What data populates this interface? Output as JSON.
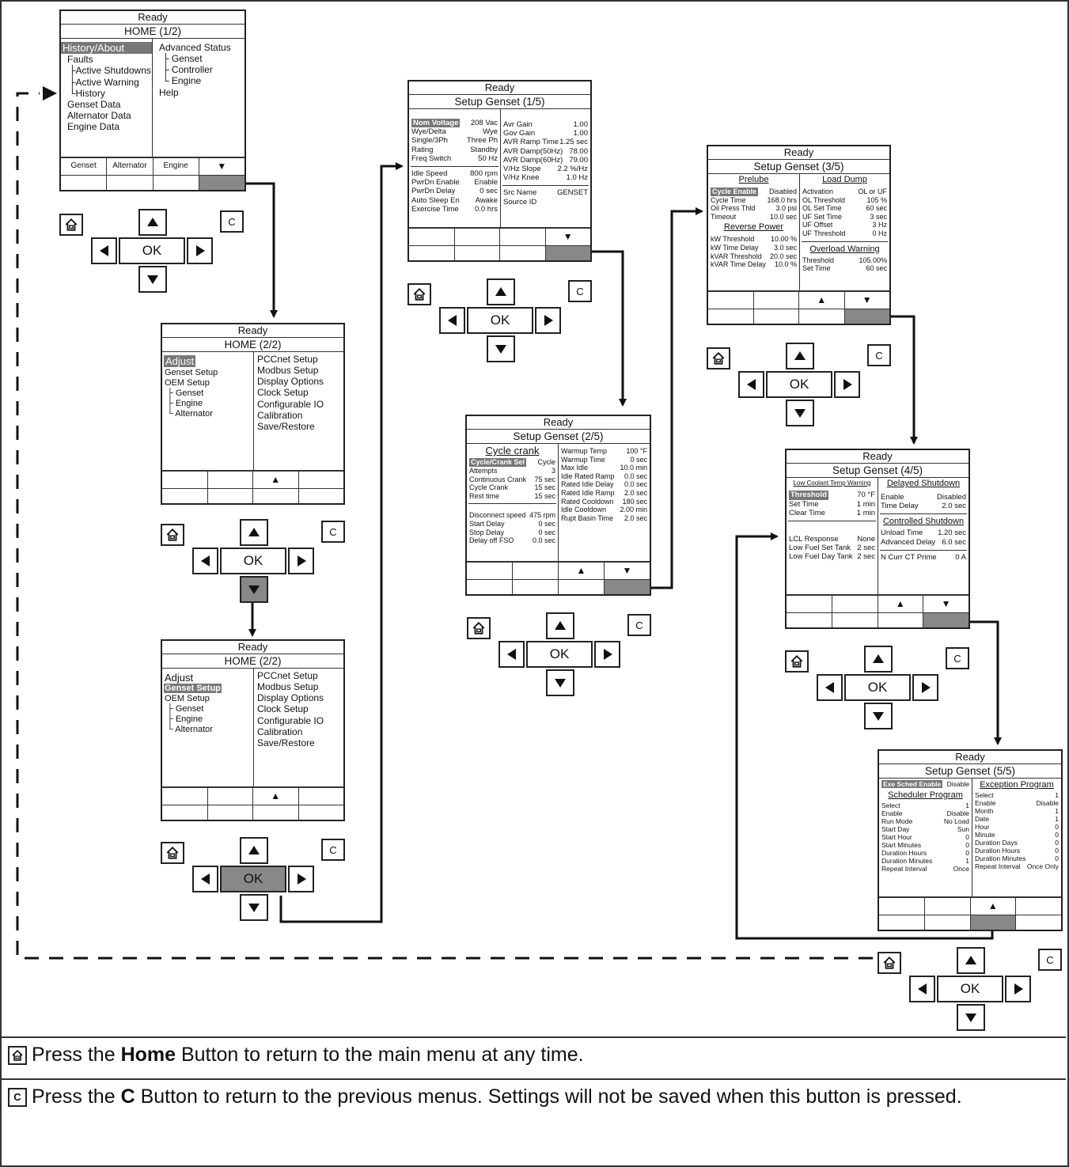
{
  "common": {
    "ok_label": "OK",
    "c_label": "C",
    "home_icon": "home-icon",
    "status": "Ready"
  },
  "screens": {
    "home1": {
      "title": "HOME (1/2)",
      "left": [
        "History/About",
        "Faults",
        "├Active Shutdowns",
        "├Active Warning",
        "└History",
        "Genset Data",
        "Alternator Data",
        "Engine Data"
      ],
      "right": [
        "Advanced Status",
        "├ Genset",
        "├ Controller",
        "└ Engine",
        "Help"
      ],
      "softkeys": [
        "Genset",
        "Alternator",
        "Engine",
        "▼"
      ]
    },
    "home2a": {
      "title": "HOME (2/2)",
      "left": [
        "Adjust",
        "Genset Setup",
        "OEM Setup",
        "├ Genset",
        "├ Engine",
        "└ Alternator"
      ],
      "right": [
        "PCCnet Setup",
        "Modbus Setup",
        "Display Options",
        "Clock Setup",
        "Configurable IO",
        "Calibration",
        "Save/Restore"
      ],
      "softkeys": [
        "",
        "",
        "▲",
        ""
      ]
    },
    "home2b": {
      "title": "HOME (2/2)",
      "left": [
        "Adjust",
        "Genset Setup",
        "OEM Setup",
        "├ Genset",
        "├ Engine",
        "└ Alternator"
      ],
      "right": [
        "PCCnet Setup",
        "Modbus Setup",
        "Display Options",
        "Clock Setup",
        "Configurable IO",
        "Calibration",
        "Save/Restore"
      ],
      "softkeys": [
        "",
        "",
        "▲",
        ""
      ]
    },
    "setup1": {
      "title": "Setup Genset (1/5)",
      "left_a": [
        [
          "Nom Voltage",
          "208 Vac"
        ],
        [
          "Wye/Delta",
          "Wye"
        ],
        [
          "Single/3Ph",
          "Three Ph"
        ],
        [
          "Rating",
          "Standby"
        ],
        [
          "Freq Switch",
          "50 Hz"
        ]
      ],
      "left_b": [
        [
          "Idle Speed",
          "800 rpm"
        ],
        [
          "PwrDn Enable",
          "Enable"
        ],
        [
          "PwrDn Delay",
          "0 sec"
        ],
        [
          "Auto Sleep En",
          "Awake"
        ],
        [
          "Exercise Time",
          "0.0 hrs"
        ]
      ],
      "right_a": [
        [
          "Avr Gain",
          "1.00"
        ],
        [
          "Gov Gain",
          "1.00"
        ],
        [
          "AVR Ramp Time",
          "1.25 sec"
        ],
        [
          "AVR Damp(50Hz)",
          "78.00"
        ],
        [
          "AVR Damp(60Hz)",
          "79.00"
        ],
        [
          "V/Hz Slope",
          "2.2 %/Hz"
        ],
        [
          "V/Hz Knee",
          "1.0 Hz"
        ]
      ],
      "right_b": [
        [
          "Src Name",
          "GENSET"
        ],
        [
          "Source ID",
          ""
        ]
      ],
      "softkeys": [
        "",
        "",
        "",
        "▼"
      ]
    },
    "setup2": {
      "title": "Setup Genset (2/5)",
      "heading": "Cycle crank",
      "left_a": [
        [
          "Cycle/Crank Sel",
          "Cycle"
        ],
        [
          "Attempts",
          "3"
        ],
        [
          "Continuous Crank",
          "75 sec"
        ],
        [
          "Cycle Crank",
          "15 sec"
        ],
        [
          "Rest time",
          "15 sec"
        ]
      ],
      "left_b": [
        [
          "Disconnect speed",
          "475 rpm"
        ],
        [
          "Start Delay",
          "0 sec"
        ],
        [
          "Stop Delay",
          "0 sec"
        ],
        [
          "Delay off FSO",
          "0.0 sec"
        ]
      ],
      "right": [
        [
          "Warmup Temp",
          "100 °F"
        ],
        [
          "Warmup Time",
          "0 sec"
        ],
        [
          "Max Idle",
          "10.0 min"
        ],
        [
          "Idle Rated Ramp",
          "0.0 sec"
        ],
        [
          "Rated Idle Delay",
          "0.0 sec"
        ],
        [
          "Rated Idle Ramp",
          "2.0 sec"
        ],
        [
          "Rated Cooldown",
          "180 sec"
        ],
        [
          "Idle Cooldown",
          "2.00 min"
        ],
        [
          "Rupt Basin Time",
          "2.0 sec"
        ]
      ],
      "softkeys": [
        "",
        "",
        "▲",
        "▼"
      ]
    },
    "setup3": {
      "title": "Setup Genset (3/5)",
      "left_heading": "Prelube",
      "left_a": [
        [
          "Cycle Enable",
          "Disabled"
        ],
        [
          "Cycle Time",
          "168.0 hrs"
        ],
        [
          "Oil Press Thld",
          "3.0 psi"
        ],
        [
          "Timeout",
          "10.0 sec"
        ]
      ],
      "left_heading2": "Reverse Power",
      "left_b": [
        [
          "kW Threshold",
          "10.00 %"
        ],
        [
          "kW Time Delay",
          "3.0 sec"
        ],
        [
          "kVAR Threshold",
          "20.0 sec"
        ],
        [
          "kVAR Time Delay",
          "10.0 %"
        ]
      ],
      "right_heading": "Load Dump",
      "right_a": [
        [
          "Activation",
          "OL or UF"
        ],
        [
          "OL Threshold",
          "105 %"
        ],
        [
          "OL Set Time",
          "60 sec"
        ],
        [
          "UF Set Time",
          "3 sec"
        ],
        [
          "UF Offset",
          "3 Hz"
        ],
        [
          "UF Threshold",
          "0 Hz"
        ]
      ],
      "right_heading2": "Overload Warning",
      "right_b": [
        [
          "Threshold",
          "105.00%"
        ],
        [
          "Set Time",
          "60 sec"
        ]
      ],
      "softkeys": [
        "",
        "",
        "▲",
        "▼"
      ]
    },
    "setup4": {
      "title": "Setup Genset (4/5)",
      "left_heading": "Low Coolant Temp Warning",
      "left_a": [
        [
          "Threshold",
          "70 °F"
        ],
        [
          "Set Time",
          "1 min"
        ],
        [
          "Clear Time",
          "1 min"
        ]
      ],
      "left_b": [
        [
          "LCL Response",
          "None"
        ],
        [
          "Low Fuel Set Tank",
          "2 sec"
        ],
        [
          "Low Fuel Day Tank",
          "2 sec"
        ]
      ],
      "right_heading": "Delayed Shutdown",
      "right_a": [
        [
          "Enable",
          "Disabled"
        ],
        [
          "Time Delay",
          "2.0 sec"
        ]
      ],
      "right_heading2": "Controlled Shutdown",
      "right_b": [
        [
          "Unload Time",
          "1.20 sec"
        ],
        [
          "Advanced Delay",
          "6.0 sec"
        ]
      ],
      "right_c": [
        [
          "N Curr CT Prime",
          "0 A"
        ]
      ],
      "softkeys": [
        "",
        "",
        "▲",
        "▼"
      ]
    },
    "setup5": {
      "title": "Setup Genset (5/5)",
      "top_row": [
        "Exe Sched Enable",
        "Disable"
      ],
      "left_heading": "Scheduler Program",
      "left": [
        [
          "Select",
          "1"
        ],
        [
          "Enable",
          "Disable"
        ],
        [
          "Run Mode",
          "No Load"
        ],
        [
          "Start Day",
          "Sun"
        ],
        [
          "Start Hour",
          "0"
        ],
        [
          "Start Minutes",
          "0"
        ],
        [
          "Duration Hours",
          "0"
        ],
        [
          "Duration Minutes",
          "1"
        ],
        [
          "Repeat Interval",
          "Once"
        ]
      ],
      "right_heading": "Exception Program",
      "right": [
        [
          "Select",
          "1"
        ],
        [
          "Enable",
          "Disable"
        ],
        [
          "Month",
          "1"
        ],
        [
          "Date",
          "1"
        ],
        [
          "Hour",
          "0"
        ],
        [
          "Minute",
          "0"
        ],
        [
          "Duration Days",
          "0"
        ],
        [
          "Duration Hours",
          "0"
        ],
        [
          "Duration Minutes",
          "0"
        ],
        [
          "Repeat Interval",
          "Once Only"
        ]
      ],
      "softkeys": [
        "",
        "",
        "▲",
        ""
      ]
    }
  },
  "legend": {
    "home": {
      "text_before": "Press the ",
      "bold": "Home",
      "text_after": " Button to return to the main menu at any time."
    },
    "c": {
      "icon_label": "C",
      "text_before": "Press the ",
      "bold": "C",
      "text_after": " Button to return to the previous menus. Settings will not be saved when this button is pressed."
    }
  }
}
